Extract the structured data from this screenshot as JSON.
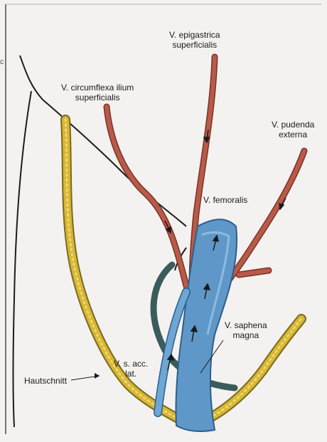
{
  "labels": {
    "edge_mark": "c",
    "epigastrica_1": "V. epigastrica",
    "epigastrica_2": "superficialis",
    "circumflexa_1": "V. circumflexa ilium",
    "circumflexa_2": "superficialis",
    "pudenda_1": "V. pudenda",
    "pudenda_2": "externa",
    "femoralis": "V. femoralis",
    "saphena_1": "V. saphena",
    "saphena_2": "magna",
    "acc_1": "V. s. acc.",
    "acc_2": "lat.",
    "hautschnitt": "Hautschnitt"
  },
  "colors": {
    "page_background": "#f4f2f0",
    "skin_outline": "#1c1c1c",
    "skin_incision": "#d8b733",
    "incision_edge": "#7a6a1e",
    "vein_red": "#b85a4a",
    "vein_red_edge": "#7e3226",
    "vein_blue": "#5f98c8",
    "vein_blue_edge": "#2d5f8a",
    "fascia_dark": "#3a5c5c"
  }
}
